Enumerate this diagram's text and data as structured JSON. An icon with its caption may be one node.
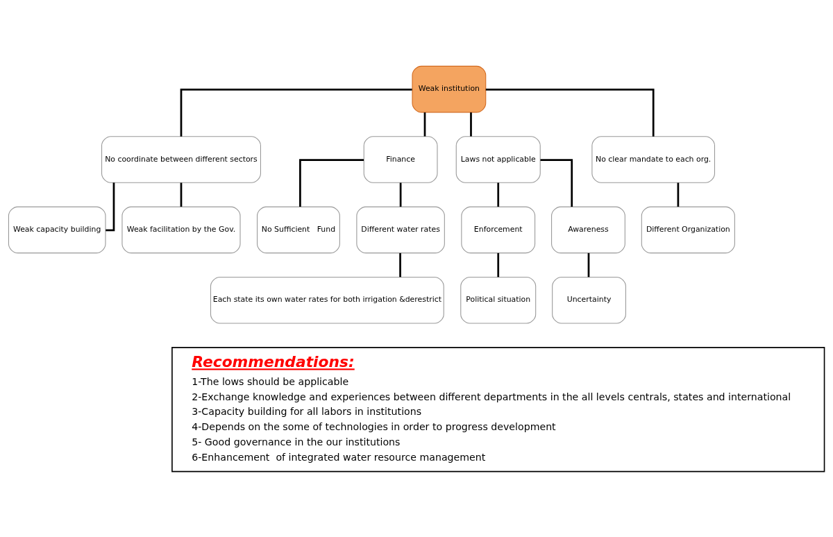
{
  "diagram": {
    "nodes": [
      {
        "text": [
          "Weak institution"
        ]
      },
      {
        "text": [
          "No coordinate between different sectors"
        ]
      },
      {
        "text": [
          "Finance"
        ]
      },
      {
        "text": [
          "Laws not applicable"
        ]
      },
      {
        "text": [
          "No clear mandate to each org."
        ]
      },
      {
        "text": [
          "Weak capacity building"
        ]
      },
      {
        "text": [
          "Weak facilitation by the Gov."
        ]
      },
      {
        "text": [
          "No Sufficient   Fund"
        ]
      },
      {
        "text": [
          "Different water rates"
        ]
      },
      {
        "text": [
          "Each state its own water rates for both irrigation &derestrict"
        ]
      },
      {
        "text": [
          "Enforcement"
        ]
      },
      {
        "text": [
          "Awareness"
        ]
      },
      {
        "text": [
          "Political situation"
        ]
      },
      {
        "text": [
          "Uncertainty"
        ]
      },
      {
        "text": [
          "Different Organization"
        ]
      },
      {
        "text": [
          "Recommendations:",
          "1-The lows should be applicable",
          "2-Exchange knowledge and experiences between different departments in the all levels centrals, states and international",
          "3-Capacity building for all labors in institutions",
          "4-Depends on the some of technologies in order to progress development",
          "5- Good governance in the our institutions",
          "6-Enhancement  of integrated water resource management"
        ]
      }
    ],
    "edges": [
      {
        "from": 0,
        "to": 1,
        "arrow": "none"
      },
      {
        "from": 0,
        "to": 2,
        "arrow": "none"
      },
      {
        "from": 0,
        "to": 3,
        "arrow": "none"
      },
      {
        "from": 0,
        "to": 4,
        "arrow": "none"
      },
      {
        "from": 1,
        "to": 5,
        "arrow": "none"
      },
      {
        "from": 1,
        "to": 6,
        "arrow": "none"
      },
      {
        "from": 2,
        "to": 7,
        "arrow": "none"
      },
      {
        "from": 2,
        "to": 8,
        "arrow": "none"
      },
      {
        "from": 8,
        "to": 9,
        "arrow": "none"
      },
      {
        "from": 3,
        "to": 10,
        "arrow": "none"
      },
      {
        "from": 3,
        "to": 11,
        "arrow": "none"
      },
      {
        "from": 10,
        "to": 12,
        "arrow": "none"
      },
      {
        "from": 11,
        "to": 13,
        "arrow": "none"
      },
      {
        "from": 4,
        "to": 14,
        "arrow": "none"
      }
    ]
  }
}
